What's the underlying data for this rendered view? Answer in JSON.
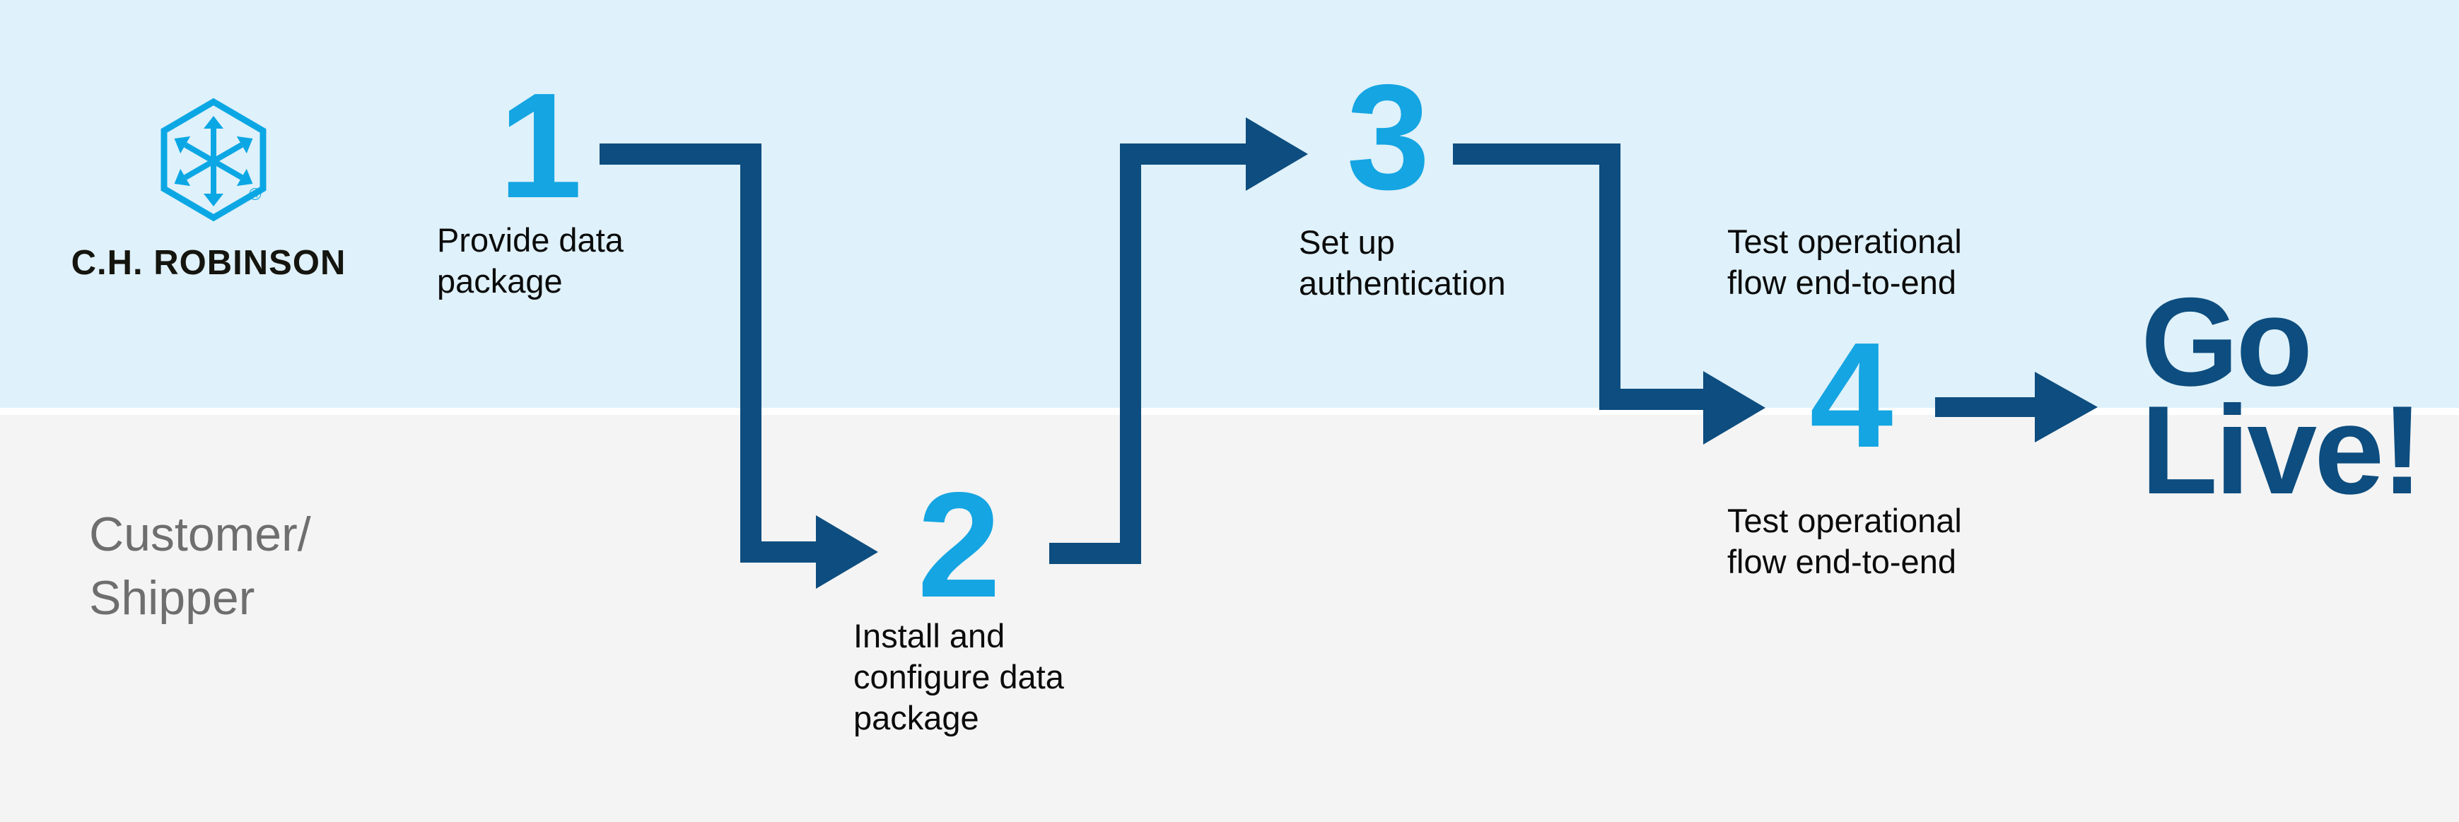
{
  "brand": {
    "name": "C.H. ROBINSON",
    "registered": "®"
  },
  "lanes": {
    "top_owner": "C.H. ROBINSON",
    "customer_line1": "Customer/",
    "customer_line2": "Shipper"
  },
  "steps": [
    {
      "number": "1",
      "label_line1": "Provide data",
      "label_line2": "package"
    },
    {
      "number": "2",
      "label_line1": "Install and",
      "label_line2": "configure data",
      "label_line3": "package"
    },
    {
      "number": "3",
      "label_line1": "Set up",
      "label_line2": "authentication"
    },
    {
      "number": "4",
      "label_above_line1": "Test operational",
      "label_above_line2": "flow end-to-end",
      "label_below_line1": "Test operational",
      "label_below_line2": "flow end-to-end"
    }
  ],
  "finale": {
    "line1": "Go",
    "line2": "Live!"
  },
  "colors": {
    "navy": "#0D4D7F",
    "bright_blue": "#14A5E2",
    "logo_blue": "#0BA7E4",
    "band_top": "#DFF1FA",
    "band_bottom": "#F4F4F4",
    "divider": "#FFFFFF",
    "text_dark": "#0B0B0B",
    "text_gray": "#6E6E6E"
  }
}
